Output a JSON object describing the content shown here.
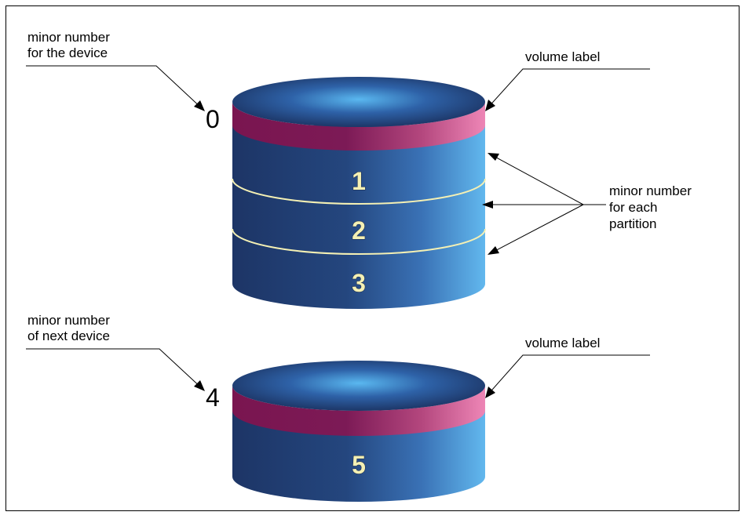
{
  "labels": {
    "minor_device_line1": "minor number",
    "minor_device_line2": "for the device",
    "volume_label_top": "volume label",
    "minor_partition_line1": "minor number",
    "minor_partition_line2": "for each",
    "minor_partition_line3": "partition",
    "minor_next_line1": "minor number",
    "minor_next_line2": "of next device",
    "volume_label_bottom": "volume label"
  },
  "device_minors": {
    "first": "0",
    "next": "4"
  },
  "partitions": {
    "p1": "1",
    "p2": "2",
    "p3": "3",
    "p5": "5"
  },
  "colors": {
    "cylinder_dark": "#1d3566",
    "cylinder_mid": "#2f5a9c",
    "cylinder_light": "#5fb4ec",
    "label_band_dark": "#7a1550",
    "label_band_light": "#ec82b4",
    "divider": "#f4f0b4"
  }
}
